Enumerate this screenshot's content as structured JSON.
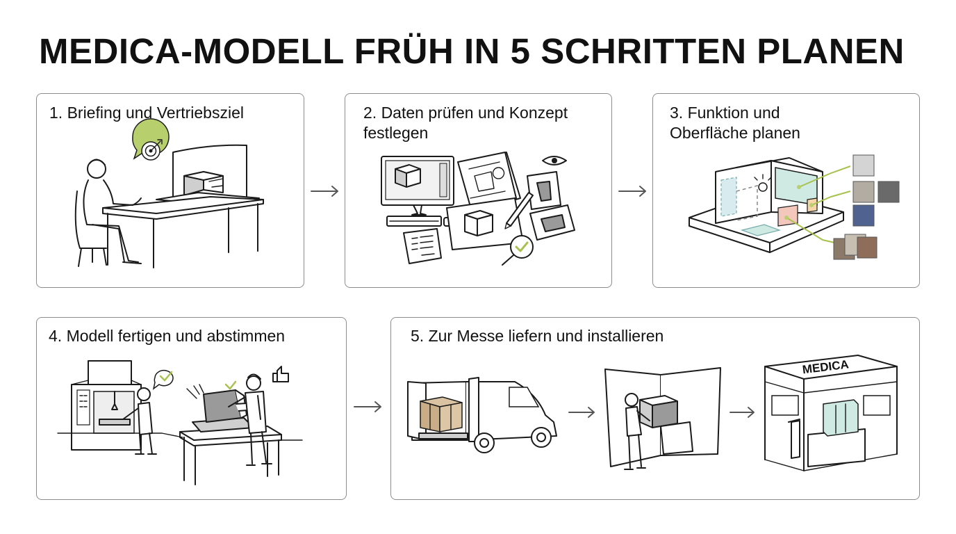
{
  "title": "MEDICA-MODELL FRÜH IN 5 SCHRITTEN PLANEN",
  "steps": [
    {
      "label": "1. Briefing und Vertriebsziel"
    },
    {
      "label": "2. Daten prüfen und Konzept festlegen"
    },
    {
      "label": "3. Funktion und Oberfläche planen"
    },
    {
      "label": "4. Modell fertigen und abstimmen"
    },
    {
      "label": "5. Zur Messe liefern und installieren"
    }
  ],
  "booth_sign": "MEDICA",
  "colors": {
    "accent": "#b8cf6e",
    "border": "#8c8c8c",
    "text": "#111111"
  }
}
